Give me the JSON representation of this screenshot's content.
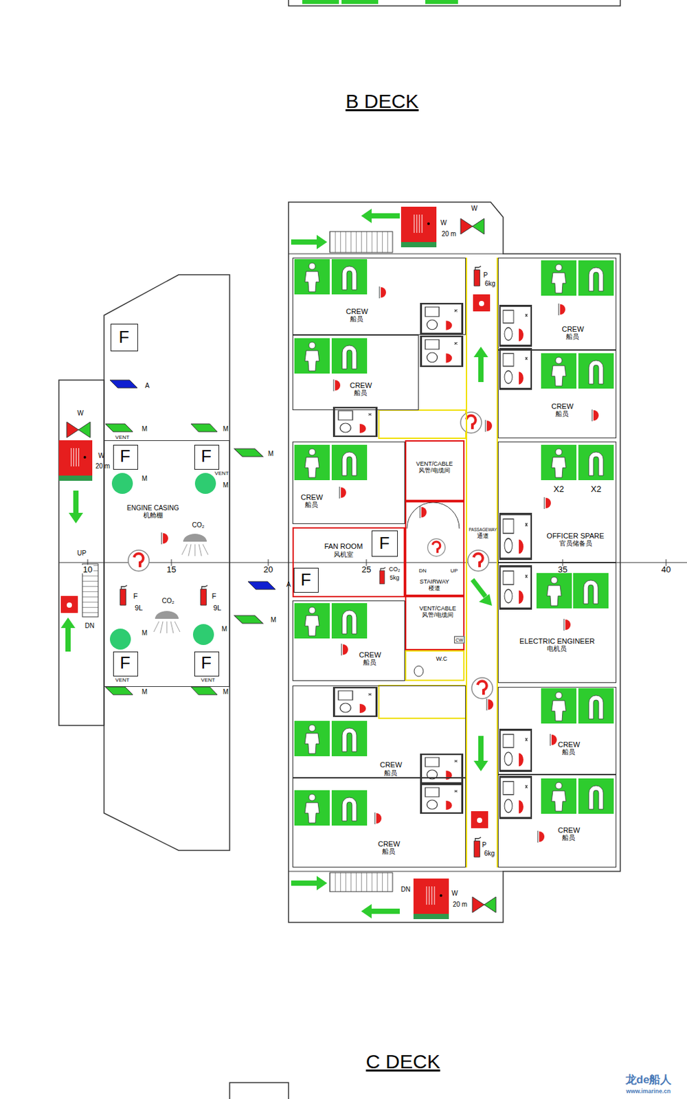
{
  "diagram": {
    "title": "B DECK",
    "nodes": [
      {
        "text": [
          "CREW",
          "船员"
        ]
      },
      {
        "text": [
          "CREW",
          "船员"
        ]
      },
      {
        "text": [
          "CREW",
          "船员"
        ]
      },
      {
        "text": [
          "FAN ROOM",
          "风机室"
        ]
      },
      {
        "text": [
          "CREW",
          "船员"
        ]
      },
      {
        "text": [
          "CREW",
          "船员"
        ]
      },
      {
        "text": [
          "CREW",
          "船员"
        ]
      },
      {
        "text": [
          "CREW",
          "船员"
        ]
      },
      {
        "text": [
          "CREW",
          "船员"
        ]
      },
      {
        "text": [
          "OFFICER SPARE",
          "官员储备员"
        ]
      },
      {
        "text": [
          "ELECTRIC ENGINEER",
          "电机员"
        ]
      },
      {
        "text": [
          "CREW",
          "船员"
        ]
      },
      {
        "text": [
          "CREW",
          "船员"
        ]
      },
      {
        "text": [
          "PASSAGEWAY",
          "通道"
        ]
      },
      {
        "text": [
          "VENT/CABLE",
          "风管/电缆间"
        ]
      },
      {
        "text": [
          "STAIRWAY",
          "楼道"
        ]
      },
      {
        "text": [
          "VENT/CABLE",
          "风管/电缆间"
        ]
      },
      {
        "text": [
          "W.C"
        ]
      },
      {
        "text": [
          "ENGINE CASING",
          "机舱棚"
        ]
      },
      {
        "text": [
          "F"
        ]
      },
      {
        "text": [
          "F"
        ],
        "in": 18
      },
      {
        "text": [
          "F"
        ],
        "in": 18
      },
      {
        "text": [
          "F"
        ],
        "in": 18
      },
      {
        "text": [
          "F"
        ],
        "in": 18
      },
      {
        "text": [
          "F"
        ],
        "in": 3
      },
      {
        "text": [
          "F"
        ],
        "in": 3
      }
    ],
    "labels": [
      "C DECK",
      "10",
      "15",
      "20",
      "25",
      "35",
      "40",
      "P",
      "6kg",
      "P",
      "6kg",
      "W",
      "W",
      "20 m",
      "W",
      "20 m",
      "W",
      "W",
      "20 m",
      "UP",
      "DN",
      "DN",
      "M",
      "M",
      "M",
      "M",
      "M",
      "M",
      "M",
      "M",
      "M",
      "M",
      "A",
      "A",
      "VENT",
      "VENT",
      "VENT",
      "VENT",
      "CO₂",
      "CO₂",
      "CO₂",
      "5kg",
      "F",
      "9L",
      "F",
      "9L",
      "X2",
      "X2",
      "DN",
      "UP",
      "CW",
      "龙de船人",
      "www.imarine.cn"
    ]
  }
}
